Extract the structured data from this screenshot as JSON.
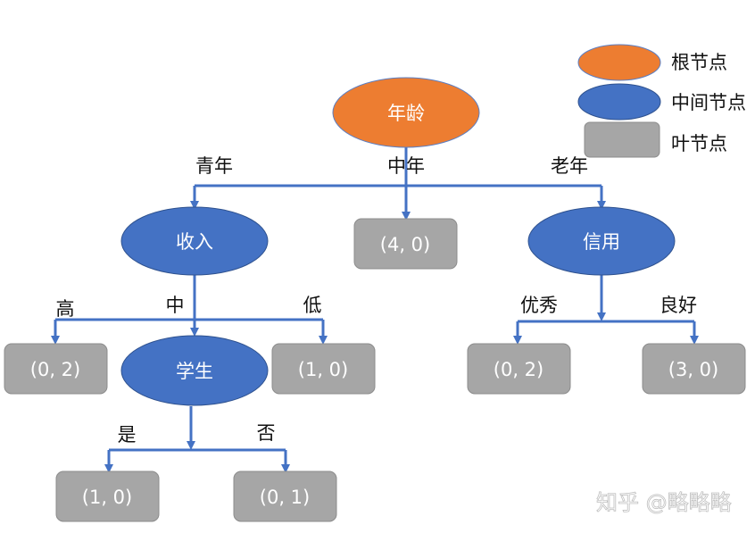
{
  "legend": {
    "root_label": "根节点",
    "internal_label": "中间节点",
    "leaf_label": "叶节点"
  },
  "colors": {
    "root": "#ED7D31",
    "internal": "#4472C4",
    "leaf": "#A6A6A6",
    "edge": "#4472C4"
  },
  "tree": {
    "root": {
      "label": "年龄"
    },
    "edge_youth": "青年",
    "edge_middle": "中年",
    "edge_old": "老年",
    "income": {
      "label": "收入"
    },
    "leaf_middle": "(4, 0)",
    "credit": {
      "label": "信用"
    },
    "edge_high": "高",
    "edge_mid": "中",
    "edge_low": "低",
    "leaf_high": "(0, 2)",
    "student": {
      "label": "学生"
    },
    "leaf_low": "(1, 0)",
    "edge_excellent": "优秀",
    "edge_good": "良好",
    "leaf_excellent": "(0, 2)",
    "leaf_good": "(3, 0)",
    "edge_yes": "是",
    "edge_no": "否",
    "leaf_yes": "(1, 0)",
    "leaf_no": "(0, 1)"
  },
  "watermark": "知乎 @略略略"
}
